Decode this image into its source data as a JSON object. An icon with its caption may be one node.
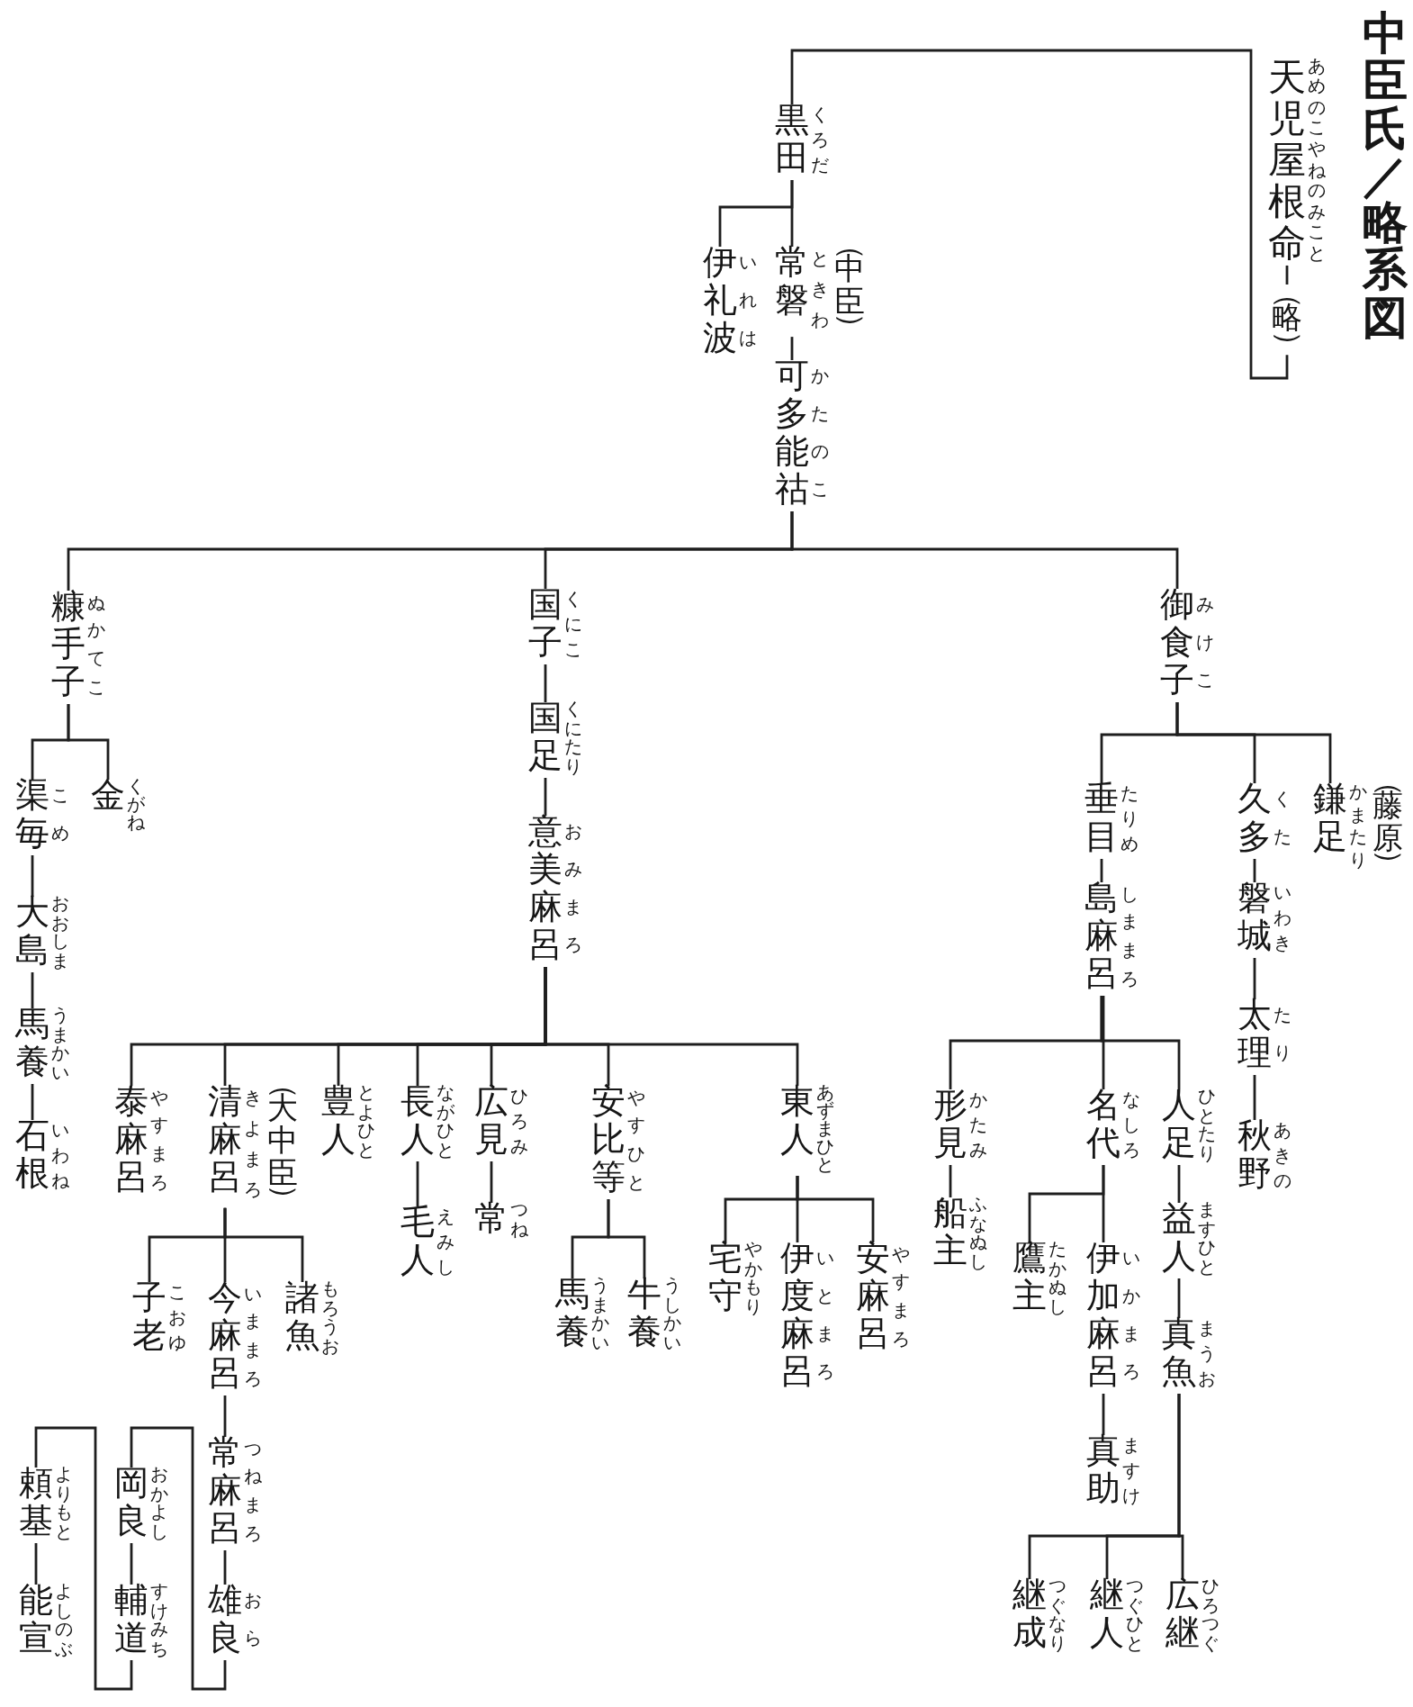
{
  "diagram": {
    "title": "中臣氏／略系図",
    "nodes": [
      {
        "text": [
          "天児屋根命",
          "あめのこやねのみこと"
        ]
      },
      {
        "text": [
          "（略）"
        ]
      },
      {
        "text": [
          "黒田",
          "くろだ"
        ]
      },
      {
        "text": [
          "伊礼波",
          "いれは"
        ]
      },
      {
        "text": [
          "常磐",
          "ときわ"
        ],
        "beside": [
          "（中臣）"
        ]
      },
      {
        "text": [
          "可多能祜",
          "かたのこ"
        ]
      },
      {
        "text": [
          "糠手子",
          "ぬかてこ"
        ]
      },
      {
        "text": [
          "国子",
          "くにこ"
        ]
      },
      {
        "text": [
          "御食子",
          "みけこ"
        ]
      },
      {
        "text": [
          "渠毎",
          "こめ"
        ]
      },
      {
        "text": [
          "金",
          "くがね"
        ]
      },
      {
        "text": [
          "大島",
          "おおしま"
        ]
      },
      {
        "text": [
          "馬養",
          "うまかい"
        ]
      },
      {
        "text": [
          "石根",
          "いわね"
        ]
      },
      {
        "text": [
          "国足",
          "くにたり"
        ]
      },
      {
        "text": [
          "意美麻呂",
          "おみまろ"
        ]
      },
      {
        "text": [
          "泰麻呂",
          "やすまろ"
        ]
      },
      {
        "text": [
          "清麻呂",
          "きよまろ"
        ],
        "beside": [
          "（大中臣）"
        ]
      },
      {
        "text": [
          "豊人",
          "とよひと"
        ]
      },
      {
        "text": [
          "長人",
          "ながひと"
        ]
      },
      {
        "text": [
          "広見",
          "ひろみ"
        ]
      },
      {
        "text": [
          "安比等",
          "やすひと"
        ]
      },
      {
        "text": [
          "東人",
          "あずまひと"
        ]
      },
      {
        "text": [
          "毛人",
          "えみし"
        ]
      },
      {
        "text": [
          "常",
          "つね"
        ]
      },
      {
        "text": [
          "子老",
          "こおゆ"
        ]
      },
      {
        "text": [
          "今麻呂",
          "いままろ"
        ]
      },
      {
        "text": [
          "諸魚",
          "もろうお"
        ]
      },
      {
        "text": [
          "常麻呂",
          "つねまろ"
        ]
      },
      {
        "text": [
          "雄良",
          "おら"
        ]
      },
      {
        "text": [
          "岡良",
          "おかよし"
        ]
      },
      {
        "text": [
          "輔道",
          "すけみち"
        ]
      },
      {
        "text": [
          "頼基",
          "よりもと"
        ]
      },
      {
        "text": [
          "能宣",
          "よしのぶ"
        ]
      },
      {
        "text": [
          "馬養",
          "うまかい"
        ]
      },
      {
        "text": [
          "牛養",
          "うしかい"
        ]
      },
      {
        "text": [
          "宅守",
          "やかもり"
        ]
      },
      {
        "text": [
          "伊度麻呂",
          "いとまろ"
        ]
      },
      {
        "text": [
          "安麻呂",
          "やすまろ"
        ]
      },
      {
        "text": [
          "垂目",
          "たりめ"
        ]
      },
      {
        "text": [
          "久多",
          "くた"
        ]
      },
      {
        "text": [
          "鎌足",
          "かまたり"
        ],
        "beside": [
          "（藤原）"
        ]
      },
      {
        "text": [
          "島麻呂",
          "しままろ"
        ]
      },
      {
        "text": [
          "磐城",
          "いわき"
        ]
      },
      {
        "text": [
          "太理",
          "たり"
        ]
      },
      {
        "text": [
          "秋野",
          "あきの"
        ]
      },
      {
        "text": [
          "形見",
          "かたみ"
        ]
      },
      {
        "text": [
          "名代",
          "なしろ"
        ]
      },
      {
        "text": [
          "人足",
          "ひとたり"
        ]
      },
      {
        "text": [
          "船主",
          "ふなぬし"
        ]
      },
      {
        "text": [
          "鷹主",
          "たかぬし"
        ]
      },
      {
        "text": [
          "伊加麻呂",
          "いかまろ"
        ]
      },
      {
        "text": [
          "益人",
          "ますひと"
        ]
      },
      {
        "text": [
          "真魚",
          "まうお"
        ]
      },
      {
        "text": [
          "真助",
          "ますけ"
        ]
      },
      {
        "text": [
          "継成",
          "つぐなり"
        ]
      },
      {
        "text": [
          "継人",
          "つぐひと"
        ]
      },
      {
        "text": [
          "広継",
          "ひろつぐ"
        ]
      }
    ],
    "edges": [
      {
        "from": 0,
        "to": 1,
        "arrow": "none"
      },
      {
        "from": 1,
        "to": 2,
        "arrow": "none"
      },
      {
        "from": 2,
        "to": 3,
        "arrow": "none"
      },
      {
        "from": 2,
        "to": 4,
        "arrow": "none"
      },
      {
        "from": 4,
        "to": 5,
        "arrow": "none"
      },
      {
        "from": 5,
        "to": 6,
        "arrow": "none"
      },
      {
        "from": 5,
        "to": 7,
        "arrow": "none"
      },
      {
        "from": 5,
        "to": 8,
        "arrow": "none"
      },
      {
        "from": 6,
        "to": 9,
        "arrow": "none"
      },
      {
        "from": 6,
        "to": 10,
        "arrow": "none"
      },
      {
        "from": 9,
        "to": 11,
        "arrow": "none"
      },
      {
        "from": 11,
        "to": 12,
        "arrow": "none"
      },
      {
        "from": 12,
        "to": 13,
        "arrow": "none"
      },
      {
        "from": 7,
        "to": 14,
        "arrow": "none"
      },
      {
        "from": 14,
        "to": 15,
        "arrow": "none"
      },
      {
        "from": 15,
        "to": 16,
        "arrow": "none"
      },
      {
        "from": 15,
        "to": 17,
        "arrow": "none"
      },
      {
        "from": 15,
        "to": 18,
        "arrow": "none"
      },
      {
        "from": 15,
        "to": 19,
        "arrow": "none"
      },
      {
        "from": 15,
        "to": 20,
        "arrow": "none"
      },
      {
        "from": 15,
        "to": 21,
        "arrow": "none"
      },
      {
        "from": 15,
        "to": 22,
        "arrow": "none"
      },
      {
        "from": 19,
        "to": 23,
        "arrow": "none"
      },
      {
        "from": 20,
        "to": 24,
        "arrow": "none"
      },
      {
        "from": 17,
        "to": 25,
        "arrow": "none"
      },
      {
        "from": 17,
        "to": 26,
        "arrow": "none"
      },
      {
        "from": 17,
        "to": 27,
        "arrow": "none"
      },
      {
        "from": 26,
        "to": 28,
        "arrow": "none"
      },
      {
        "from": 28,
        "to": 29,
        "arrow": "none"
      },
      {
        "from": 29,
        "to": 30,
        "arrow": "none"
      },
      {
        "from": 30,
        "to": 31,
        "arrow": "none"
      },
      {
        "from": 31,
        "to": 32,
        "arrow": "none"
      },
      {
        "from": 32,
        "to": 33,
        "arrow": "none"
      },
      {
        "from": 21,
        "to": 34,
        "arrow": "none"
      },
      {
        "from": 21,
        "to": 35,
        "arrow": "none"
      },
      {
        "from": 22,
        "to": 36,
        "arrow": "none"
      },
      {
        "from": 22,
        "to": 37,
        "arrow": "none"
      },
      {
        "from": 22,
        "to": 38,
        "arrow": "none"
      },
      {
        "from": 8,
        "to": 39,
        "arrow": "none"
      },
      {
        "from": 8,
        "to": 40,
        "arrow": "none"
      },
      {
        "from": 8,
        "to": 41,
        "arrow": "none"
      },
      {
        "from": 39,
        "to": 42,
        "arrow": "none"
      },
      {
        "from": 40,
        "to": 43,
        "arrow": "none"
      },
      {
        "from": 43,
        "to": 44,
        "arrow": "none"
      },
      {
        "from": 44,
        "to": 45,
        "arrow": "none"
      },
      {
        "from": 42,
        "to": 46,
        "arrow": "none"
      },
      {
        "from": 42,
        "to": 47,
        "arrow": "none"
      },
      {
        "from": 42,
        "to": 48,
        "arrow": "none"
      },
      {
        "from": 46,
        "to": 49,
        "arrow": "none"
      },
      {
        "from": 47,
        "to": 50,
        "arrow": "none"
      },
      {
        "from": 47,
        "to": 51,
        "arrow": "none"
      },
      {
        "from": 51,
        "to": 54,
        "arrow": "none"
      },
      {
        "from": 48,
        "to": 52,
        "arrow": "none"
      },
      {
        "from": 52,
        "to": 53,
        "arrow": "none"
      },
      {
        "from": 53,
        "to": 55,
        "arrow": "none"
      },
      {
        "from": 53,
        "to": 56,
        "arrow": "none"
      },
      {
        "from": 53,
        "to": 57,
        "arrow": "none"
      }
    ]
  }
}
